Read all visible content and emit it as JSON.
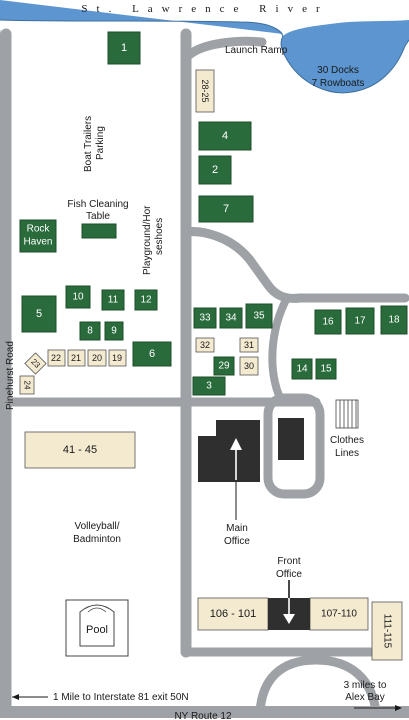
{
  "river": {
    "label": "St. Lawrence River"
  },
  "launch_ramp": "Launch Ramp",
  "docks": {
    "line1": "30 Docks",
    "line2": "7 Rowboats"
  },
  "boat_trailers": {
    "line1": "Boat Trailers",
    "line2": "Parking"
  },
  "fish_cleaning": {
    "line1": "Fish Cleaning",
    "line2": "Table"
  },
  "playground": {
    "line1": "Playground/Hor",
    "line2": "seshoes"
  },
  "rock_haven": {
    "line1": "Rock",
    "line2": "Haven"
  },
  "pinehurst_road": "Pinehurst Road",
  "clothes_lines": {
    "line1": "Clothes",
    "line2": "Lines"
  },
  "volleyball": {
    "line1": "Volleyball/",
    "line2": "Badminton"
  },
  "main_office": {
    "line1": "Main",
    "line2": "Office"
  },
  "front_office": {
    "line1": "Front",
    "line2": "Office"
  },
  "pool": "Pool",
  "route": "NY Route 12",
  "directions": {
    "left": "1 Mile to Interstate 81 exit 50N",
    "right_line1": "3 miles to",
    "right_line2": "Alex Bay"
  },
  "colors": {
    "cabin": "#2a6b3c",
    "site": "#f3ead0",
    "road": "#9ea2a6",
    "water": "#5c95cf",
    "office": "#2f2f2f"
  },
  "cabins": [
    "1",
    "2",
    "3",
    "4",
    "5",
    "6",
    "7",
    "9",
    "10",
    "11",
    "12",
    "14",
    "15",
    "16",
    "17",
    "18",
    "29",
    "33",
    "34",
    "35",
    "Rock Haven",
    "8"
  ],
  "sites": [
    "28-25",
    "32",
    "31",
    "30",
    "22",
    "21",
    "20",
    "19",
    "23",
    "24",
    "41 - 45",
    "106 - 101",
    "107-110",
    "111-115"
  ]
}
